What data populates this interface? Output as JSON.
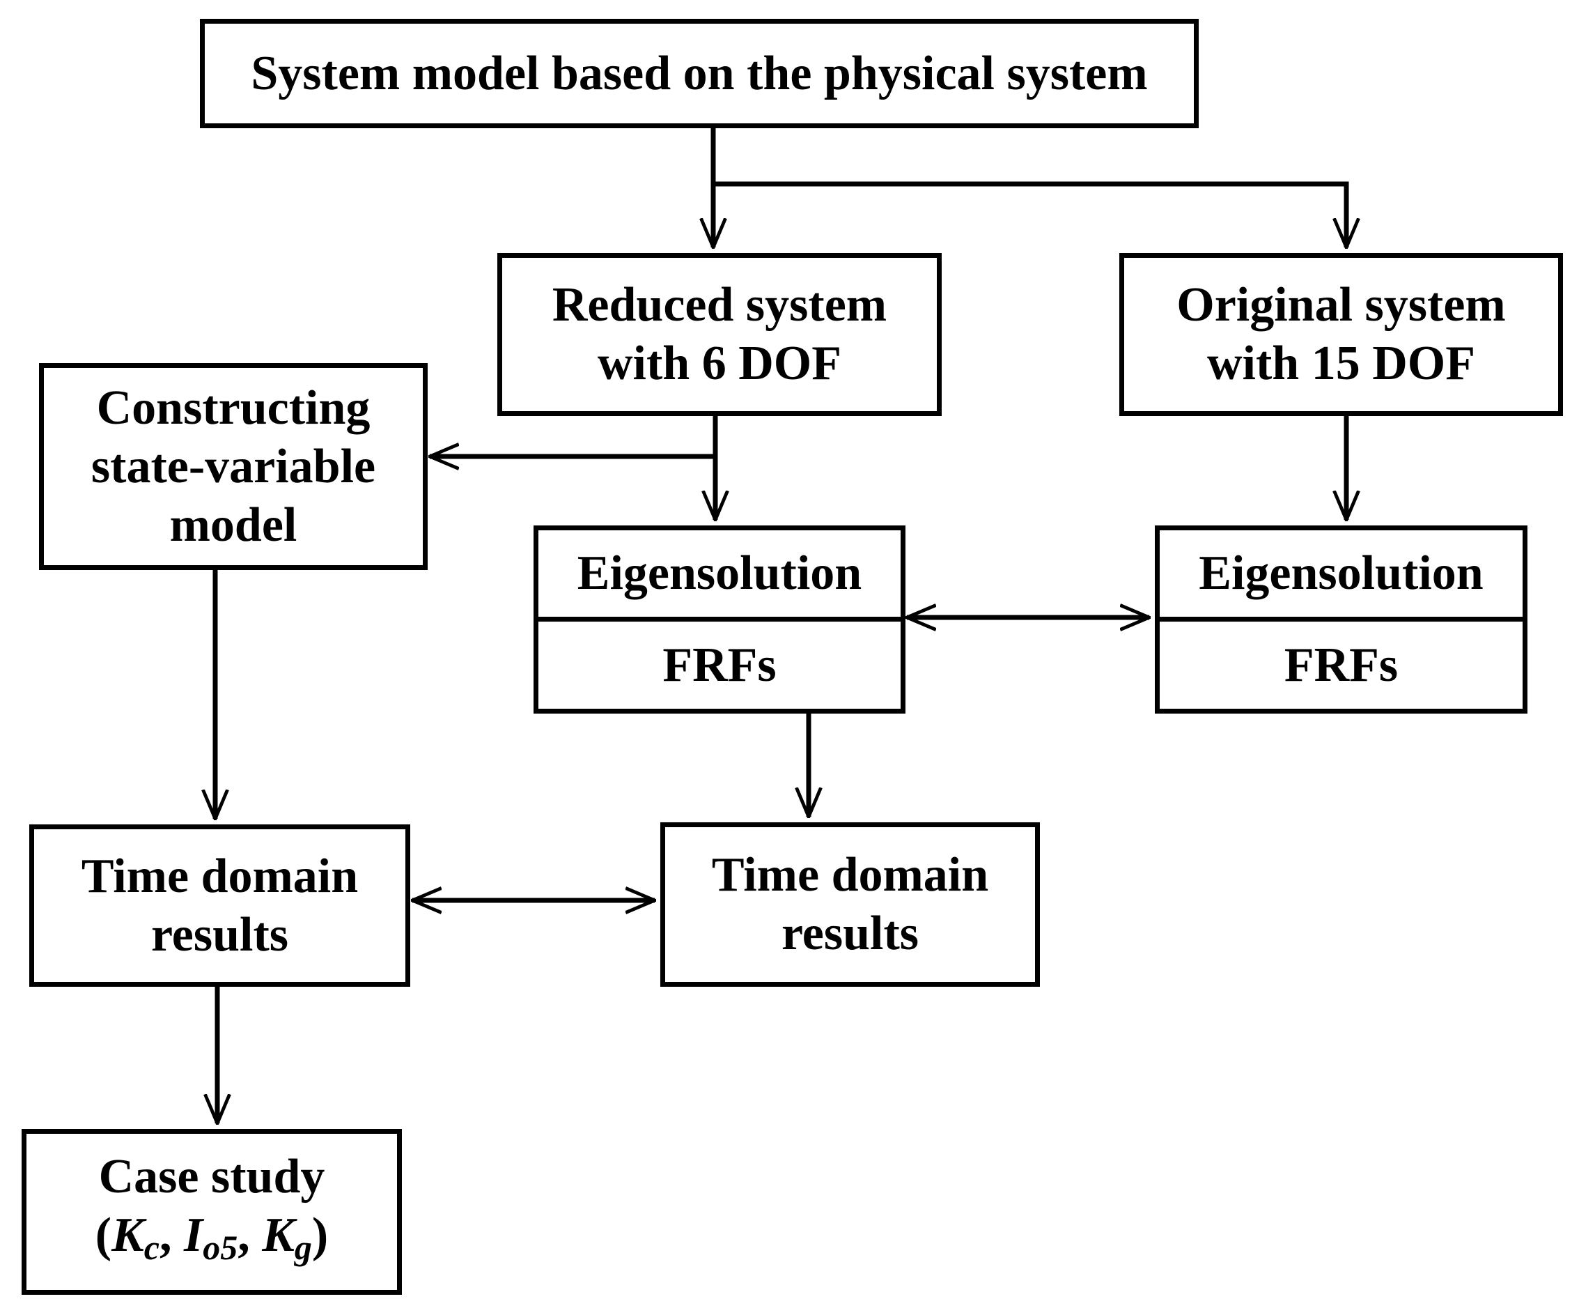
{
  "nodes": {
    "system_model": {
      "lines": [
        "System model based on the physical system"
      ]
    },
    "reduced_system": {
      "lines": [
        "Reduced system",
        "with 6 DOF"
      ]
    },
    "original_system": {
      "lines": [
        "Original system",
        "with 15 DOF"
      ]
    },
    "constructing_model": {
      "lines": [
        "Constructing",
        "state-variable",
        "model"
      ]
    },
    "reduced_results": {
      "top": "Eigensolution",
      "bottom": "FRFs"
    },
    "original_results": {
      "top": "Eigensolution",
      "bottom": "FRFs"
    },
    "time_domain_left": {
      "lines": [
        "Time domain",
        "results"
      ]
    },
    "time_domain_right": {
      "lines": [
        "Time domain",
        "results"
      ]
    },
    "case_study": {
      "line1": "Case study",
      "line2": {
        "open": "(",
        "K": "K",
        "c": "c",
        "sep1": ", ",
        "I": "I",
        "o5": "o5",
        "sep2": ", ",
        "K2": "K",
        "g": "g",
        "close": ")"
      }
    }
  },
  "edges": [
    {
      "from": "system_model",
      "to": "reduced_system",
      "type": "arrow"
    },
    {
      "from": "system_model",
      "to": "original_system",
      "type": "arrow"
    },
    {
      "from": "reduced_system",
      "to": "constructing_model",
      "type": "arrow"
    },
    {
      "from": "reduced_system",
      "to": "reduced_results",
      "type": "arrow"
    },
    {
      "from": "original_system",
      "to": "original_results",
      "type": "arrow"
    },
    {
      "from": "reduced_results",
      "to": "original_results",
      "type": "double-arrow"
    },
    {
      "from": "constructing_model",
      "to": "time_domain_left",
      "type": "arrow"
    },
    {
      "from": "reduced_results",
      "to": "time_domain_right",
      "type": "arrow"
    },
    {
      "from": "time_domain_left",
      "to": "time_domain_right",
      "type": "double-arrow"
    },
    {
      "from": "time_domain_left",
      "to": "case_study",
      "type": "arrow"
    }
  ]
}
